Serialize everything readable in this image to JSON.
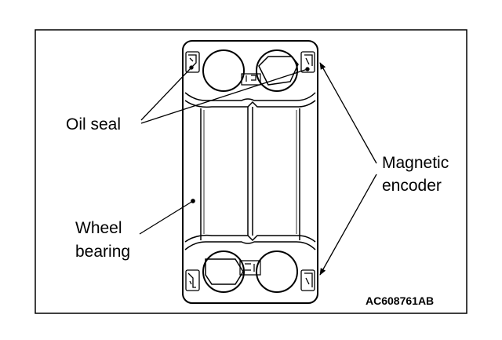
{
  "labels": {
    "oil_seal": "Oil seal",
    "magnetic": "Magnetic",
    "encoder": "encoder",
    "wheel": "Wheel",
    "bearing": "bearing"
  },
  "figure_code": "AC608761AB",
  "colors": {
    "line": "#000000",
    "background": "#ffffff"
  }
}
